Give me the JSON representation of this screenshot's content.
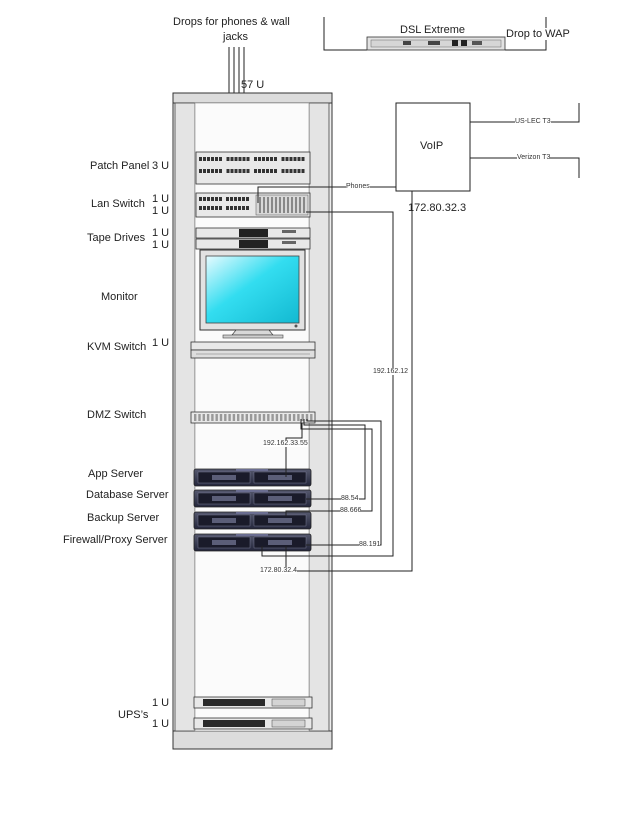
{
  "top": {
    "drops_label_line1": "Drops for phones & wall",
    "drops_label_line2": "jacks",
    "rack_size": "57 U",
    "dsl_label": "DSL Extreme",
    "wap_label": "Drop to WAP"
  },
  "voip": {
    "label": "VoIP",
    "ip": "172.80.32.3",
    "line1": "US-LEC T3",
    "line2": "Verizon T3",
    "phones": "Phones"
  },
  "left_labels": [
    {
      "name": "patch-panel-label",
      "text": "Patch Panel"
    },
    {
      "name": "lan-switch-label",
      "text": "Lan Switch"
    },
    {
      "name": "tape-drives-label",
      "text": "Tape Drives"
    },
    {
      "name": "monitor-label",
      "text": "Monitor"
    },
    {
      "name": "kvm-switch-label",
      "text": "KVM Switch"
    },
    {
      "name": "dmz-switch-label",
      "text": "DMZ Switch"
    },
    {
      "name": "app-server-label",
      "text": "App Server"
    },
    {
      "name": "database-server-label",
      "text": "Database Server"
    },
    {
      "name": "backup-server-label",
      "text": "Backup Server"
    },
    {
      "name": "firewall-proxy-server-label",
      "text": "Firewall/Proxy Server"
    },
    {
      "name": "ups-label",
      "text": "UPS’s"
    }
  ],
  "rack_units": [
    {
      "name": "ru-patch-panel",
      "text": "3 U"
    },
    {
      "name": "ru-lan-switch-1",
      "text": "1 U"
    },
    {
      "name": "ru-lan-switch-2",
      "text": "1 U"
    },
    {
      "name": "ru-tape-1",
      "text": "1 U"
    },
    {
      "name": "ru-tape-2",
      "text": "1 U"
    },
    {
      "name": "ru-kvm",
      "text": "1 U"
    },
    {
      "name": "ru-ups-1",
      "text": "1 U"
    },
    {
      "name": "ru-ups-2",
      "text": "1 U"
    }
  ],
  "ips": {
    "ip_192_12": "192.162.12",
    "ip_192_33_55": "192.162.33.55",
    "ip_88_54": "88.54",
    "ip_88_666": "88.666",
    "ip_88_191": "88.191",
    "ip_172_4": "172.80.32.4"
  },
  "colors": {
    "rack_frame": "#e6e6e6",
    "rack_inner": "#f7f7f7",
    "monitor_screen": "#33ddf0",
    "server_body": "#3a3c52",
    "line": "#222222"
  }
}
